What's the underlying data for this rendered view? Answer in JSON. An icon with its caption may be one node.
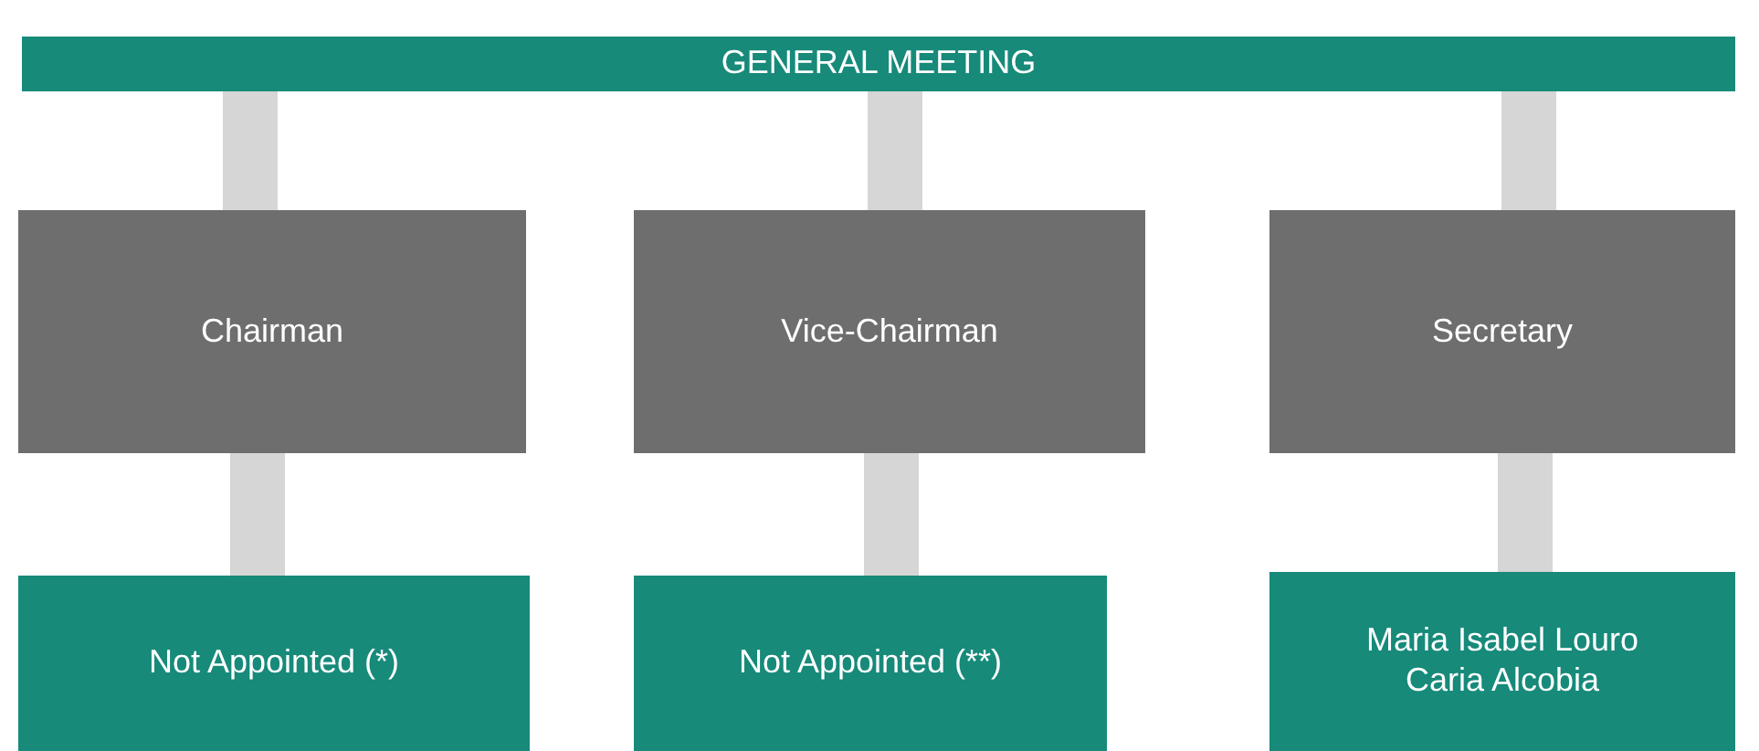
{
  "diagram": {
    "nodes": [
      {
        "text": [
          "GENERAL MEETING"
        ]
      },
      {
        "text": [
          "Chairman"
        ]
      },
      {
        "text": [
          "Vice-Chairman"
        ]
      },
      {
        "text": [
          "Secretary"
        ]
      },
      {
        "text": [
          "Not Appointed (*)"
        ]
      },
      {
        "text": [
          "Not Appointed (**)"
        ]
      },
      {
        "text": [
          "Maria Isabel Louro Caria Alcobia"
        ]
      }
    ],
    "edges": [
      {
        "from": 0,
        "to": 1,
        "arrow": "none"
      },
      {
        "from": 0,
        "to": 2,
        "arrow": "none"
      },
      {
        "from": 0,
        "to": 3,
        "arrow": "none"
      },
      {
        "from": 1,
        "to": 4,
        "arrow": "none"
      },
      {
        "from": 2,
        "to": 5,
        "arrow": "none"
      },
      {
        "from": 3,
        "to": 6,
        "arrow": "none"
      }
    ]
  }
}
